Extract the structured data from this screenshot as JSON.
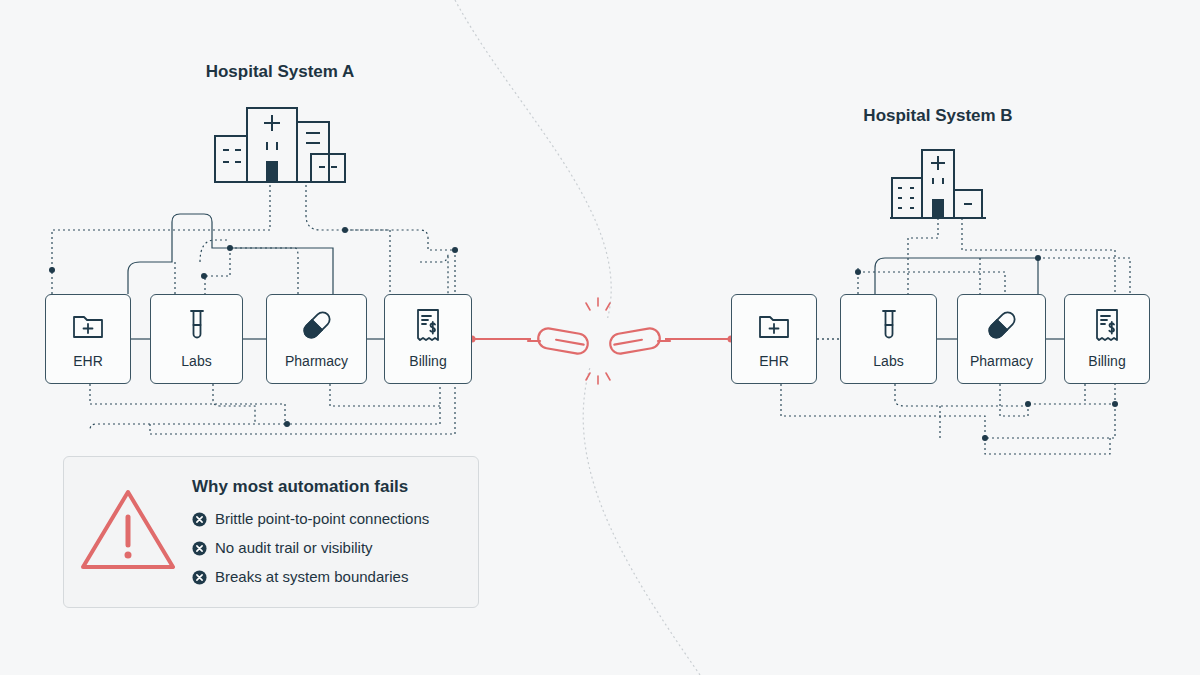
{
  "diagram": {
    "nodes": [
      {
        "text": [
          "Hospital System A"
        ]
      },
      {
        "text": [
          "EHR"
        ]
      },
      {
        "text": [
          "Labs"
        ]
      },
      {
        "text": [
          "Pharmacy"
        ]
      },
      {
        "text": [
          "Billing"
        ]
      },
      {
        "text": [
          "Why most automation fails",
          "Brittle point-to-point connections",
          "No audit trail or visibility",
          "Breaks at system boundaries"
        ]
      },
      {
        "text": [
          "Hospital System B"
        ]
      },
      {
        "text": [
          "EHR"
        ]
      },
      {
        "text": [
          "Labs"
        ]
      },
      {
        "text": [
          "Pharmacy"
        ]
      },
      {
        "text": [
          "Billing"
        ]
      }
    ],
    "edges": [
      {
        "from": 1,
        "to": 2,
        "arrow": "none"
      },
      {
        "from": 2,
        "to": 3,
        "arrow": "none"
      },
      {
        "from": 3,
        "to": 4,
        "arrow": "none"
      },
      {
        "from": 4,
        "to": 7,
        "arrow": "none"
      },
      {
        "from": 7,
        "to": 8,
        "arrow": "none"
      },
      {
        "from": 8,
        "to": 9,
        "arrow": "none"
      },
      {
        "from": 9,
        "to": 10,
        "arrow": "none"
      }
    ]
  }
}
